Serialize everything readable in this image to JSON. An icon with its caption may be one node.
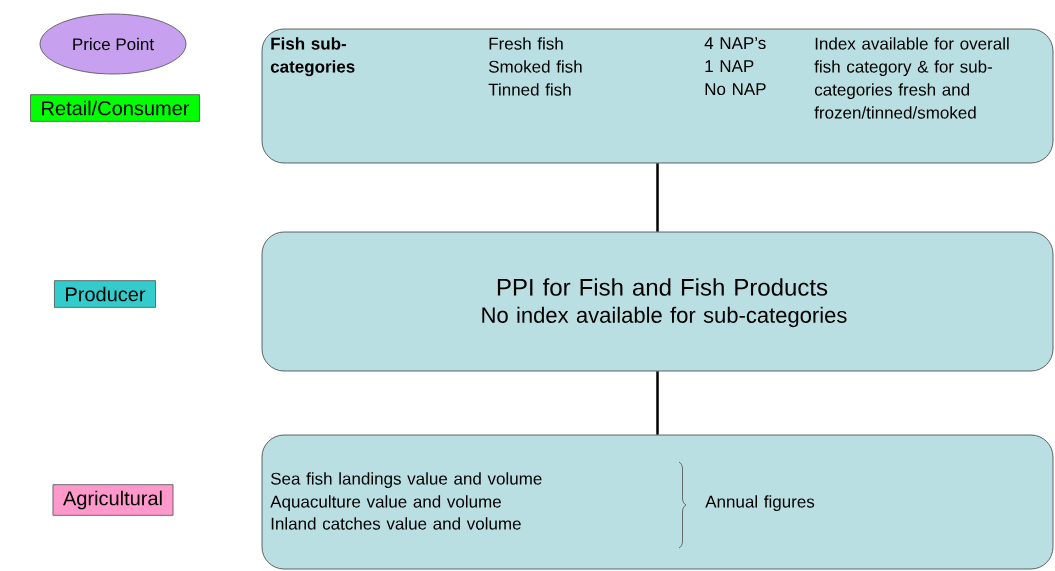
{
  "diagram": {
    "nodes": [
      {
        "text": [
          "Price Point"
        ]
      },
      {
        "text": [
          "Retail/Consumer"
        ]
      },
      {
        "text": [
          "Producer"
        ]
      },
      {
        "text": [
          "Agricultural"
        ]
      },
      {
        "text": [
          "Fish sub-categories",
          "Fresh fish",
          "Smoked fish",
          "Tinned fish",
          "4 NAP’s",
          "1 NAP",
          "No NAP",
          "Index available for overall fish category & for sub-categories fresh and frozen/tinned/smoked"
        ]
      },
      {
        "text": [
          "PPI for Fish and Fish Products",
          "No index available for sub-categories"
        ]
      },
      {
        "text": [
          "Sea fish landings value and volume",
          "Aquaculture value and volume",
          "Inland catches value and volume",
          "Annual figures"
        ]
      }
    ],
    "edges": [
      {
        "from": 4,
        "to": 5,
        "arrow": "none"
      },
      {
        "from": 5,
        "to": 6,
        "arrow": "none"
      }
    ]
  }
}
